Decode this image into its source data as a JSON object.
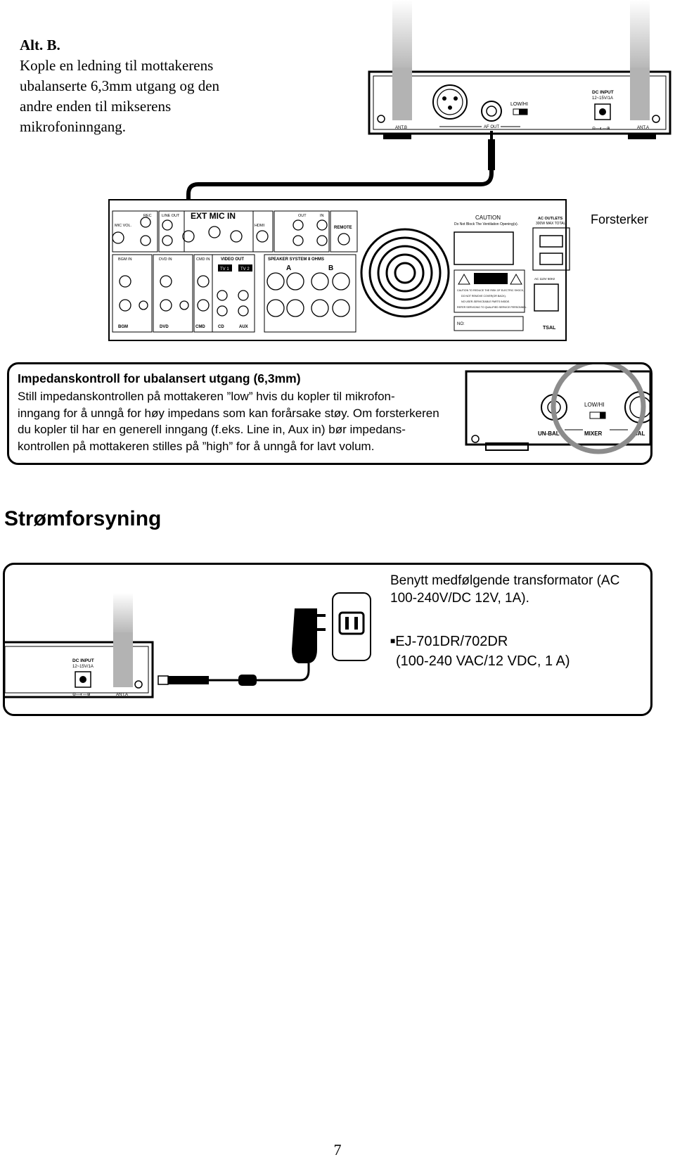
{
  "intro": {
    "heading": "Alt. B.",
    "line1": "Kople en ledning til mottakerens",
    "line2": "ubalanserte 6,3mm utgang og den",
    "line3": "andre enden til mikserens",
    "line4": "mikrofoninngang."
  },
  "receiver": {
    "dc_input_line1": "DC INPUT",
    "dc_input_line2": "12~15V/1A",
    "low_hi": "LOW/HI",
    "af_out": "AF OUT",
    "ant_b": "ANT.B",
    "ant_a": "ANT.A"
  },
  "amplifier": {
    "label": "Forsterker",
    "ext_mic_in": "EXT MIC IN",
    "rec": "REC",
    "line_out": "LINE OUT",
    "mic_vol": "MIC VOL.",
    "hdmi": "HDMI",
    "out": "OUT",
    "in": "IN",
    "remote": "REMOTE",
    "caution": "CAUTION",
    "caution_sub": "Do Not Block The Ventilation Opening(s).",
    "ac_outlets_line1": "AC OUTLETS",
    "ac_outlets_line2": "300W MAX TOTAL",
    "bgm_in": "BGM IN",
    "dvd_in": "DVD IN",
    "cmd_in": "CMD IN",
    "video_out": "VIDEO OUT",
    "tv1": "TV 1",
    "tv2": "TV 2",
    "speaker_system": "SPEAKER SYSTEM 8 OHMS",
    "bottom_labels": [
      "BGM",
      "DVD",
      "CMD",
      "CD",
      "AUX"
    ],
    "channel_a": "A",
    "channel_b": "B",
    "warning_line1": "CAUTION TO REDUCE THE RISK OF ELECTRIC SHOCK,",
    "warning_line2": "DO NOT REMOVE COVER(OR BACK).",
    "warning_line3": "NO USER-SERVICEABLE PARTS INSIDE.",
    "warning_line4": "REFER SERVICING TO QUALIFIED SERVICE PERSONNEL.",
    "no_label": "NO:",
    "ac_voltage": "AC 110V 60Hz",
    "brand": "TSAL"
  },
  "impedance": {
    "title": "Impedanskontroll for ubalansert utgang (6,3mm)",
    "line1": "Still impedanskontrollen på mottakeren ”low” hvis du kopler til mikrofon-",
    "line2": "inngang for å unngå for høy impedans som kan forårsake støy. Om forsterkeren",
    "line3": "du kopler til har en generell inngang (f.eks. Line in, Aux in) bør impedans-",
    "line4": "kontrollen på mottakeren stilles på ”high” for å unngå for lavt volum.",
    "diagram": {
      "low_hi": "LOW/HI",
      "un_bal": "UN-BAL",
      "mixer": "MIXER",
      "bal": "BAL"
    }
  },
  "power": {
    "heading": "Strømforsyning",
    "note_line1": "Benytt medfølgende transformator (AC",
    "note_line2": "100-240V/DC 12V, 1A).",
    "model_line1": "EJ-701DR/702DR",
    "model_line2": "(100-240 VAC/12 VDC, 1 A)",
    "dc_input_line1": "DC INPUT",
    "dc_input_line2": "12~15V/1A",
    "ant_a": "ANT.A"
  },
  "page_number": "7"
}
